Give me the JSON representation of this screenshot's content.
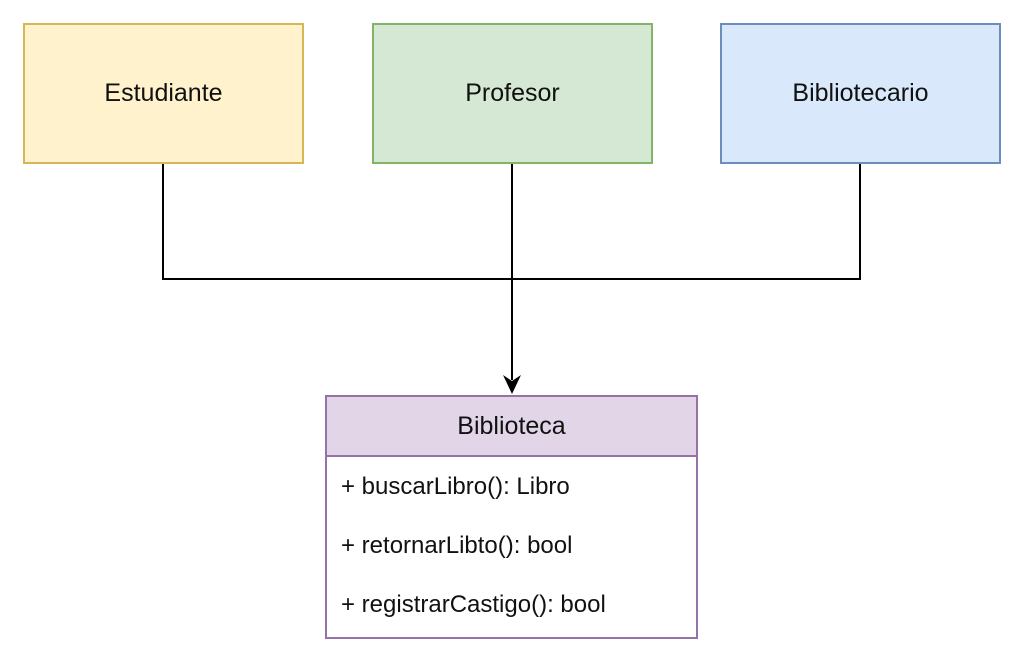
{
  "actors": [
    {
      "label": "Estudiante",
      "fill": "#fff2cc",
      "stroke": "#d6b656"
    },
    {
      "label": "Profesor",
      "fill": "#d5e8d4",
      "stroke": "#82b366"
    },
    {
      "label": "Bibliotecario",
      "fill": "#dae8fc",
      "stroke": "#6c8ebf"
    }
  ],
  "biblioteca": {
    "title": "Biblioteca",
    "header_fill": "#e1d5e7",
    "stroke": "#9673a6",
    "methods": [
      "+ buscarLibro(): Libro",
      "+ retornarLibto(): bool",
      "+ registrarCastigo(): bool"
    ]
  },
  "connector_color": "#000000"
}
